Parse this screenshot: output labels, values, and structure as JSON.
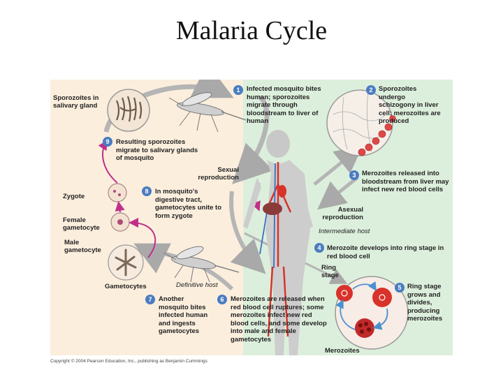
{
  "title": "Malaria Cycle",
  "labels": {
    "sporozoites_gland": "Sporozoites in salivary gland",
    "zygote": "Zygote",
    "female_gametocyte": "Female gametocyte",
    "male_gametocyte": "Male gametocyte",
    "gametocytes": "Gametocytes",
    "definitive_host": "Definitive host",
    "sexual_reproduction": "Sexual reproduction",
    "asexual_reproduction": "Asexual reproduction",
    "intermediate_host": "Intermediate host",
    "ring_stage": "Ring stage",
    "merozoites": "Merozoites"
  },
  "steps": [
    {
      "num": "1",
      "text": "Infected mosquito bites human; sporozoites migrate through bloodstream to liver of human"
    },
    {
      "num": "2",
      "text": "Sporozoites undergo schizogony in liver cell; merozoites are produced"
    },
    {
      "num": "3",
      "text": "Merozoites released into bloodstream from liver may infect new red blood cells"
    },
    {
      "num": "4",
      "text": "Merozoite develops into ring stage in red blood cell"
    },
    {
      "num": "5",
      "text": "Ring stage grows and divides, producing merozoites"
    },
    {
      "num": "6",
      "text": "Merozoites are released when red blood cell ruptures; some merozoites infect new red blood cells, and some develop into male and female gametocytes"
    },
    {
      "num": "7",
      "text": "Another mosquito bites infected human and ingests gametocytes"
    },
    {
      "num": "8",
      "text": "In mosquito's digestive tract, gametocytes unite to form zygote"
    },
    {
      "num": "9",
      "text": "Resulting sporozoites migrate to salivary glands of mosquito"
    }
  ],
  "copyright": "Copyright © 2004 Pearson Education, Inc., publishing as Benjamin Cummings",
  "colors": {
    "left_bg": "#fbeedd",
    "right_bg": "#dcefdc",
    "step_circle": "#4a7cc0",
    "arrow": "#a9a9a9",
    "magenta": "#c0308a",
    "red": "#d8322a"
  }
}
